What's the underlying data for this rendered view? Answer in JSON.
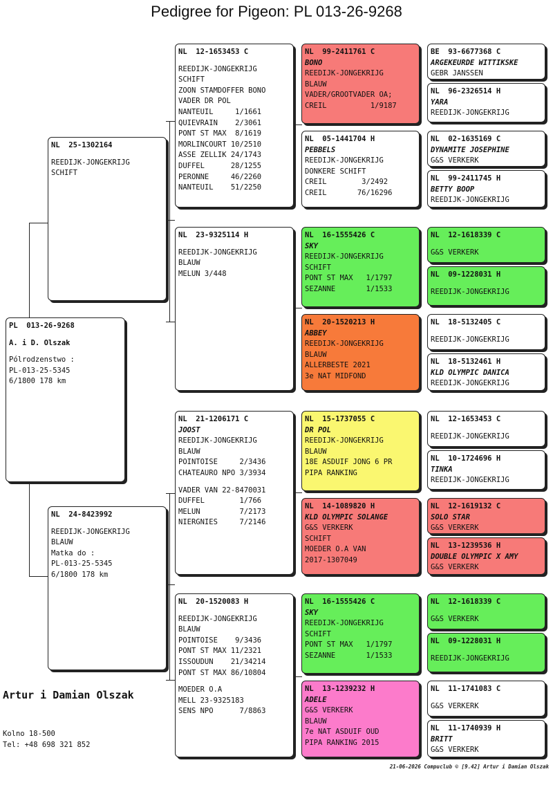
{
  "title": "Pedigree for Pigeon: PL  013-26-9268",
  "colors": {
    "red": "#f77a78",
    "green": "#66ee5a",
    "orange": "#f77a3a",
    "yellow": "#faf770",
    "pink": "#fc7bcb",
    "white": "#ffffff"
  },
  "boxes": [
    {
      "id": "subject",
      "color": "white",
      "lines": [
        {
          "t": "PL  013-26-9268",
          "s": "ring"
        },
        {
          "t": "",
          "s": "gap"
        },
        {
          "t": "A. i D. Olszak",
          "s": "ring"
        },
        {
          "t": "",
          "s": "gap"
        },
        {
          "t": "Pólrodzenstwo :"
        },
        {
          "t": "PL-013-25-5345"
        },
        {
          "t": "6/1800 178 km"
        }
      ]
    },
    {
      "id": "sire",
      "color": "white",
      "lines": [
        {
          "t": "NL  25-1302164",
          "s": "ring"
        },
        {
          "t": "",
          "s": "gap"
        },
        {
          "t": "REEDIJK-JONGEKRIJG"
        },
        {
          "t": "SCHIFT"
        }
      ]
    },
    {
      "id": "dam",
      "color": "white",
      "lines": [
        {
          "t": "NL  24-8423992",
          "s": "ring"
        },
        {
          "t": "",
          "s": "gap"
        },
        {
          "t": "REEDIJK-JONGEKRIJG"
        },
        {
          "t": "BLAUW"
        },
        {
          "t": "Matka do :"
        },
        {
          "t": "PL-013-25-5345"
        },
        {
          "t": "6/1800 178 km"
        }
      ]
    },
    {
      "id": "ss",
      "color": "white",
      "lines": [
        {
          "t": "NL  12-1653453 C",
          "s": "ring"
        },
        {
          "t": "",
          "s": "gap"
        },
        {
          "t": "REEDIJK-JONGEKRIJG"
        },
        {
          "t": "SCHIFT"
        },
        {
          "t": "ZOON STAMDOFFER BONO"
        },
        {
          "t": "VADER DR POL"
        },
        {
          "t": "NANTEUIL     1/1661"
        },
        {
          "t": "QUIEVRAIN    2/3061"
        },
        {
          "t": "PONT ST MAX  8/1619"
        },
        {
          "t": "MORLINCOURT 10/2510"
        },
        {
          "t": "ASSE ZELLIK 24/1743"
        },
        {
          "t": "DUFFEL      28/1255"
        },
        {
          "t": "PERONNE     46/2260"
        },
        {
          "t": "NANTEUIL    51/2250"
        }
      ]
    },
    {
      "id": "sd",
      "color": "white",
      "lines": [
        {
          "t": "NL  23-9325114 H",
          "s": "ring"
        },
        {
          "t": "",
          "s": "gap"
        },
        {
          "t": "REEDIJK-JONGEKRIJG"
        },
        {
          "t": "BLAUW"
        },
        {
          "t": "MELUN 3/448"
        }
      ]
    },
    {
      "id": "ds",
      "color": "white",
      "lines": [
        {
          "t": "NL  21-1206171 C",
          "s": "ring"
        },
        {
          "t": "JOOST",
          "s": "name"
        },
        {
          "t": "REEDIJK-JONGEKRIJG"
        },
        {
          "t": "BLAUW"
        },
        {
          "t": "POINTOISE     2/3436"
        },
        {
          "t": "CHATEAURO NPO 3/3934"
        },
        {
          "t": "",
          "s": "gap"
        },
        {
          "t": "VADER VAN 22-8470031"
        },
        {
          "t": "DUFFEL        1/766"
        },
        {
          "t": "MELUN         7/2173"
        },
        {
          "t": "NIERGNIES     7/2146"
        }
      ]
    },
    {
      "id": "dd",
      "color": "white",
      "lines": [
        {
          "t": "NL  20-1520083 H",
          "s": "ring"
        },
        {
          "t": "",
          "s": "gap"
        },
        {
          "t": "REEDIJK-JONGEKRIJG"
        },
        {
          "t": "BLAUW"
        },
        {
          "t": "POINTOISE    9/3436"
        },
        {
          "t": "PONT ST MAX 11/2321"
        },
        {
          "t": "ISSOUDUN    21/34214"
        },
        {
          "t": "PONT ST MAX 86/10804"
        },
        {
          "t": "",
          "s": "gap"
        },
        {
          "t": "MOEDER O.A"
        },
        {
          "t": "MELL 23-9325183"
        },
        {
          "t": "SENS NPO      7/8863"
        }
      ]
    },
    {
      "id": "sss",
      "color": "red",
      "lines": [
        {
          "t": "NL  99-2411761 C",
          "s": "ring"
        },
        {
          "t": "BONO",
          "s": "name"
        },
        {
          "t": "REEDIJK-JONGEKRIJG"
        },
        {
          "t": "BLAUW"
        },
        {
          "t": "VADER/GROOTVADER OA;"
        },
        {
          "t": "CREIL          1/9187"
        }
      ]
    },
    {
      "id": "ssd",
      "color": "white",
      "lines": [
        {
          "t": "NL  05-1441704 H",
          "s": "ring"
        },
        {
          "t": "PEBBELS",
          "s": "name"
        },
        {
          "t": "REEDIJK-JONGEKRIJG"
        },
        {
          "t": "DONKERE SCHIFT"
        },
        {
          "t": "CREIL        3/2492"
        },
        {
          "t": "CREIL       76/16296"
        }
      ]
    },
    {
      "id": "sds",
      "color": "green",
      "lines": [
        {
          "t": "NL  16-1555426 C",
          "s": "ring"
        },
        {
          "t": "SKY",
          "s": "name"
        },
        {
          "t": "REEDIJK-JONGEKRIJG"
        },
        {
          "t": "SCHIFT"
        },
        {
          "t": "PONT ST MAX   1/1797"
        },
        {
          "t": "SEZANNE       1/1533"
        }
      ]
    },
    {
      "id": "sdd",
      "color": "orange",
      "lines": [
        {
          "t": "NL  20-1520213 H",
          "s": "ring"
        },
        {
          "t": "ABBEY",
          "s": "name"
        },
        {
          "t": "REEDIJK-JONGEKRIJG"
        },
        {
          "t": "BLAUW"
        },
        {
          "t": "ALLERBESTE 2021"
        },
        {
          "t": "3e NAT MIDFOND"
        }
      ]
    },
    {
      "id": "dss",
      "color": "yellow",
      "lines": [
        {
          "t": "NL  15-1737055 C",
          "s": "ring"
        },
        {
          "t": "DR POL",
          "s": "name"
        },
        {
          "t": "REEDIJK-JONGEKRIJG"
        },
        {
          "t": "BLAUW"
        },
        {
          "t": "18E ASDUIF JONG 6 PR"
        },
        {
          "t": "PIPA RANKING"
        }
      ]
    },
    {
      "id": "dsd",
      "color": "red",
      "lines": [
        {
          "t": "NL  14-1089820 H",
          "s": "ring"
        },
        {
          "t": "KLD OLYMPIC SOLANGE",
          "s": "name"
        },
        {
          "t": "G&S VERKERK"
        },
        {
          "t": "SCHIFT"
        },
        {
          "t": "MOEDER O.A VAN"
        },
        {
          "t": "2017-1307049"
        }
      ]
    },
    {
      "id": "dds",
      "color": "green",
      "lines": [
        {
          "t": "NL  16-1555426 C",
          "s": "ring"
        },
        {
          "t": "SKY",
          "s": "name"
        },
        {
          "t": "REEDIJK-JONGEKRIJG"
        },
        {
          "t": "SCHIFT"
        },
        {
          "t": "PONT ST MAX   1/1797"
        },
        {
          "t": "SEZANNE       1/1533"
        }
      ]
    },
    {
      "id": "ddd",
      "color": "pink",
      "lines": [
        {
          "t": "NL  13-1239232 H",
          "s": "ring"
        },
        {
          "t": "ADELE",
          "s": "name"
        },
        {
          "t": "G&S VERKERK"
        },
        {
          "t": "BLAUW"
        },
        {
          "t": "7e NAT ASDUIF OUD"
        },
        {
          "t": "PIPA RANKING 2015"
        }
      ]
    },
    {
      "id": "g1",
      "color": "white",
      "lines": [
        {
          "t": "BE  93-6677368 C",
          "s": "ring"
        },
        {
          "t": "ARGEKEURDE WITTIKSKE",
          "s": "name"
        },
        {
          "t": "GEBR JANSSEN"
        }
      ]
    },
    {
      "id": "g2",
      "color": "white",
      "lines": [
        {
          "t": "NL  96-2326514 H",
          "s": "ring"
        },
        {
          "t": "YARA",
          "s": "name"
        },
        {
          "t": "REEDIJK-JONGEKRIJG"
        }
      ]
    },
    {
      "id": "g3",
      "color": "white",
      "lines": [
        {
          "t": "NL  02-1635169 C",
          "s": "ring"
        },
        {
          "t": "DYNAMITE JOSEPHINE",
          "s": "name"
        },
        {
          "t": "G&S VERKERK"
        }
      ]
    },
    {
      "id": "g4",
      "color": "white",
      "lines": [
        {
          "t": "NL  99-2411745 H",
          "s": "ring"
        },
        {
          "t": "BETTY BOOP",
          "s": "name"
        },
        {
          "t": "REEDIJK-JONGEKRIJG"
        }
      ]
    },
    {
      "id": "g5",
      "color": "green",
      "lines": [
        {
          "t": "NL  12-1618339 C",
          "s": "ring"
        },
        {
          "t": "",
          "s": "gap"
        },
        {
          "t": "G&S VERKERK"
        }
      ]
    },
    {
      "id": "g6",
      "color": "green",
      "lines": [
        {
          "t": "NL  09-1228031 H",
          "s": "ring"
        },
        {
          "t": "",
          "s": "gap"
        },
        {
          "t": "REEDIJK-JONGEKRIJG"
        }
      ]
    },
    {
      "id": "g7",
      "color": "white",
      "lines": [
        {
          "t": "NL  18-5132405 C",
          "s": "ring"
        },
        {
          "t": "",
          "s": "gap"
        },
        {
          "t": "REEDIJK-JONGEKRIJG"
        }
      ]
    },
    {
      "id": "g8",
      "color": "white",
      "lines": [
        {
          "t": "NL  18-5132461 H",
          "s": "ring"
        },
        {
          "t": "KLD OLYMPIC DANICA",
          "s": "name"
        },
        {
          "t": "REEDIJK-JONGEKRIJG"
        }
      ]
    },
    {
      "id": "g9",
      "color": "white",
      "lines": [
        {
          "t": "NL  12-1653453 C",
          "s": "ring"
        },
        {
          "t": "",
          "s": "gap"
        },
        {
          "t": "REEDIJK-JONGEKRIJG"
        }
      ]
    },
    {
      "id": "g10",
      "color": "white",
      "lines": [
        {
          "t": "NL  10-1724696 H",
          "s": "ring"
        },
        {
          "t": "TINKA",
          "s": "name"
        },
        {
          "t": "REEDIJK-JONGEKRIJG"
        }
      ]
    },
    {
      "id": "g11",
      "color": "red",
      "lines": [
        {
          "t": "NL  12-1619132 C",
          "s": "ring"
        },
        {
          "t": "SOLO STAR",
          "s": "name"
        },
        {
          "t": "G&S VERKERK"
        }
      ]
    },
    {
      "id": "g12",
      "color": "red",
      "lines": [
        {
          "t": "NL  13-1239536 H",
          "s": "ring"
        },
        {
          "t": "DOUBLE OLYMPIC X AMY",
          "s": "name"
        },
        {
          "t": "G&S VERKERK"
        }
      ]
    },
    {
      "id": "g13",
      "color": "green",
      "lines": [
        {
          "t": "NL  12-1618339 C",
          "s": "ring"
        },
        {
          "t": "",
          "s": "gap"
        },
        {
          "t": "G&S VERKERK"
        }
      ]
    },
    {
      "id": "g14",
      "color": "green",
      "lines": [
        {
          "t": "NL  09-1228031 H",
          "s": "ring"
        },
        {
          "t": "",
          "s": "gap"
        },
        {
          "t": "REEDIJK-JONGEKRIJG"
        }
      ]
    },
    {
      "id": "g15",
      "color": "white",
      "lines": [
        {
          "t": "NL  11-1741083 C",
          "s": "ring"
        },
        {
          "t": "",
          "s": "gap"
        },
        {
          "t": "G&S VERKERK"
        }
      ]
    },
    {
      "id": "g16",
      "color": "white",
      "lines": [
        {
          "t": "NL  11-1740939 H",
          "s": "ring"
        },
        {
          "t": "BRITT",
          "s": "name"
        },
        {
          "t": "G&S VERKERK"
        }
      ]
    }
  ],
  "breeder": {
    "name": "Artur i Damian Olszak",
    "address": "Kolno 18-500",
    "phone": "Tel: +48 698 321 852"
  },
  "footer": "21-06-2026   Compuclub © [9.42]  Artur i Damian Olszak"
}
